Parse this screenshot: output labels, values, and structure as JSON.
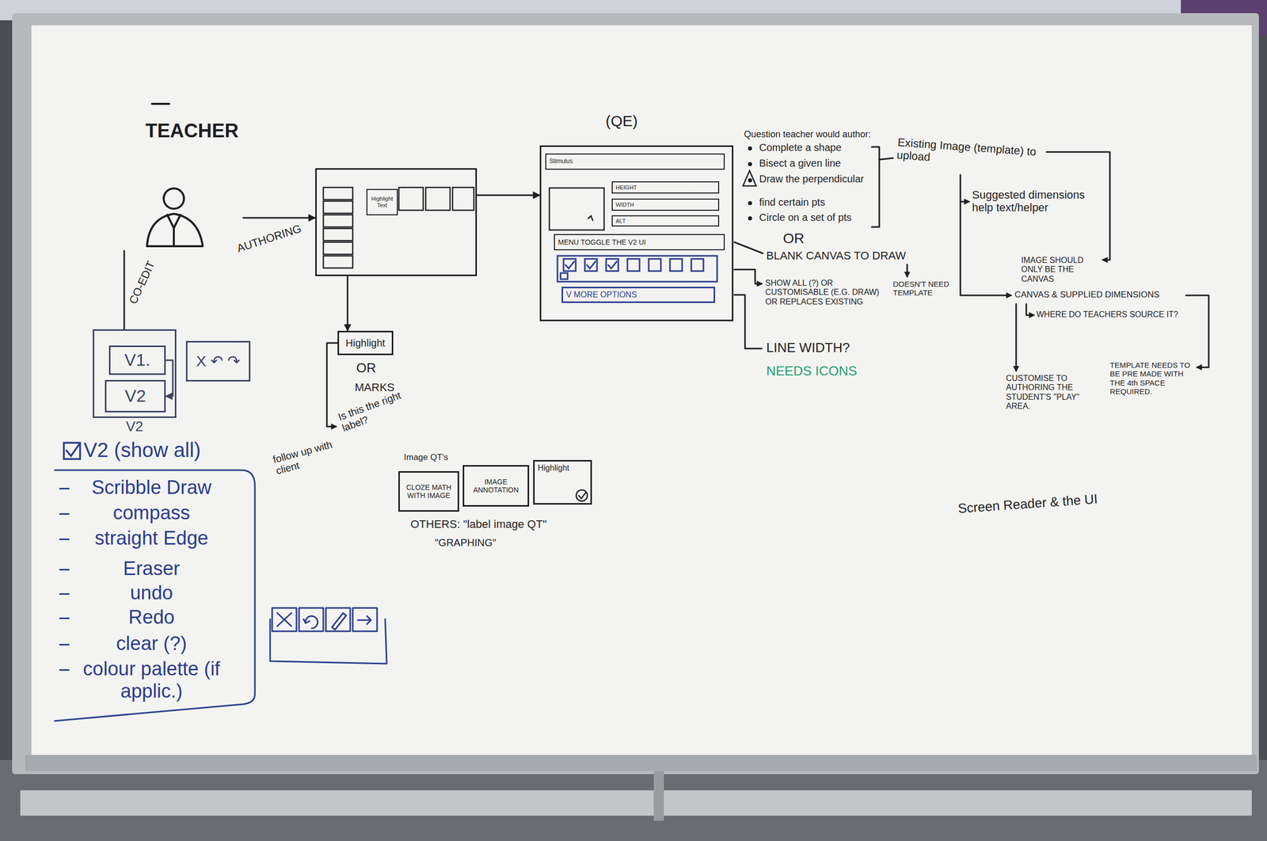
{
  "diagram": {
    "nodes": [
      {
        "text": [
          "TEACHER"
        ]
      },
      {
        "text": [
          "V2"
        ]
      },
      {
        "text": [
          "V1."
        ],
        "in": 1
      },
      {
        "text": [
          "V2"
        ],
        "in": 1
      },
      {
        "text": [
          "X ↶ ↷"
        ]
      },
      {
        "text": [
          "V2 (show all)",
          "Scribble Draw",
          "compass",
          "straight Edge",
          "Eraser",
          "undo",
          "Redo",
          "clear (?)",
          "colour palette (if applic.)"
        ]
      },
      {
        "text": [
          "Highlight Text"
        ]
      },
      {
        "text": [
          "Highlight"
        ]
      },
      {
        "text": [
          "CLOZE MATH WITH IMAGE"
        ]
      },
      {
        "text": [
          "IMAGE ANNOTATION"
        ]
      },
      {
        "text": [
          "Highlight"
        ]
      },
      {
        "text": [
          "(QE)"
        ]
      },
      {
        "text": [
          "Stimulus"
        ],
        "in": 11
      },
      {
        "text": [
          "HEIGHT"
        ],
        "in": 11
      },
      {
        "text": [
          "WIDTH"
        ],
        "in": 11
      },
      {
        "text": [
          "ALT"
        ],
        "in": 11
      },
      {
        "text": [
          "MENU TOGGLE THE V2 UI"
        ],
        "in": 11
      },
      {
        "text": [
          "V MORE OPTIONS"
        ],
        "in": 11
      }
    ],
    "edges": [
      {
        "from": 0,
        "to": 6,
        "arrow": "to",
        "label": "AUTHORING"
      },
      {
        "from": 0,
        "to": 1,
        "arrow": "none",
        "label": "CO-EDIT"
      },
      {
        "from": 2,
        "to": 3,
        "arrow": "to"
      },
      {
        "from": 6,
        "to": 11,
        "arrow": "to"
      },
      {
        "from": 6,
        "to": 7,
        "arrow": "to"
      }
    ],
    "labels": [
      "OR",
      "MARKS",
      "Is this the right label?",
      "follow up with client",
      "Image QT's",
      "OTHERS: \"label image QT\"",
      "\"GRAPHING\"",
      "Question teacher would author:",
      "Complete a shape",
      "Bisect a given line",
      "Draw the perpendicular",
      "find certain pts",
      "Circle on a set of pts",
      "Existing Image (template) to upload",
      "Suggested dimensions help text/helper",
      "OR",
      "BLANK CANVAS TO DRAW",
      "SHOW ALL (?) OR CUSTOMISABLE (E.G. DRAW) OR REPLACES EXISTING",
      "DOESN'T NEED TEMPLATE",
      "LINE WIDTH?",
      "NEEDS ICONS",
      "IMAGE SHOULD ONLY BE THE CANVAS",
      "CANVAS & SUPPLIED DIMENSIONS",
      "WHERE DO TEACHERS SOURCE IT?",
      "CUSTOMISE TO AUTHORING THE STUDENT'S \"PLAY\" AREA.",
      "TEMPLATE NEEDS TO BE PRE MADE WITH THE 4th SPACE REQUIRED.",
      "Screen Reader & the UI"
    ]
  }
}
